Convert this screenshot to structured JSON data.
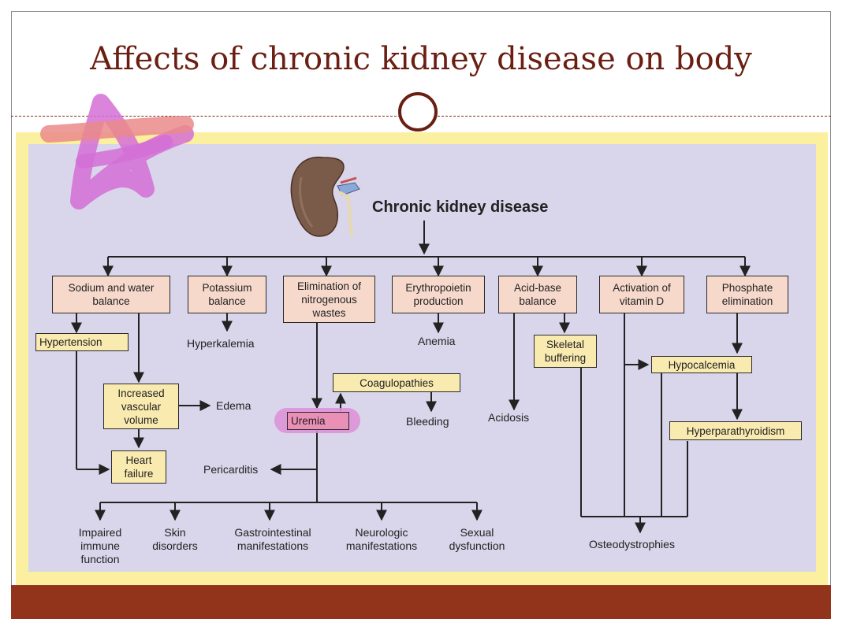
{
  "slide": {
    "title": "Affects of chronic kidney disease on body"
  },
  "diagram": {
    "root": "Chronic kidney disease",
    "categories": {
      "sodium": "Sodium and water balance",
      "potassium": "Potassium balance",
      "nitrogen": "Elimination of nitrogenous wastes",
      "epo": "Erythropoietin production",
      "acid": "Acid-base balance",
      "vitd": "Activation of vitamin D",
      "phosphate": "Phosphate elimination"
    },
    "effects": {
      "hypertension": "Hypertension",
      "volume": "Increased vascular volume",
      "edema": "Edema",
      "heart_failure": "Heart failure",
      "hyperkalemia": "Hyperkalemia",
      "uremia": "Uremia",
      "coagulopathies": "Coagulopathies",
      "bleeding": "Bleeding",
      "pericarditis": "Pericarditis",
      "anemia": "Anemia",
      "acidosis": "Acidosis",
      "skeletal": "Skeletal buffering",
      "hypocalcemia": "Hypocalcemia",
      "hyperpara": "Hyperparathyroidism",
      "osteo": "Osteodystrophies",
      "immune": "Impaired immune function",
      "skin": "Skin disorders",
      "gi": "Gastrointestinal manifestations",
      "neuro": "Neurologic manifestations",
      "sexual": "Sexual dysfunction"
    }
  }
}
